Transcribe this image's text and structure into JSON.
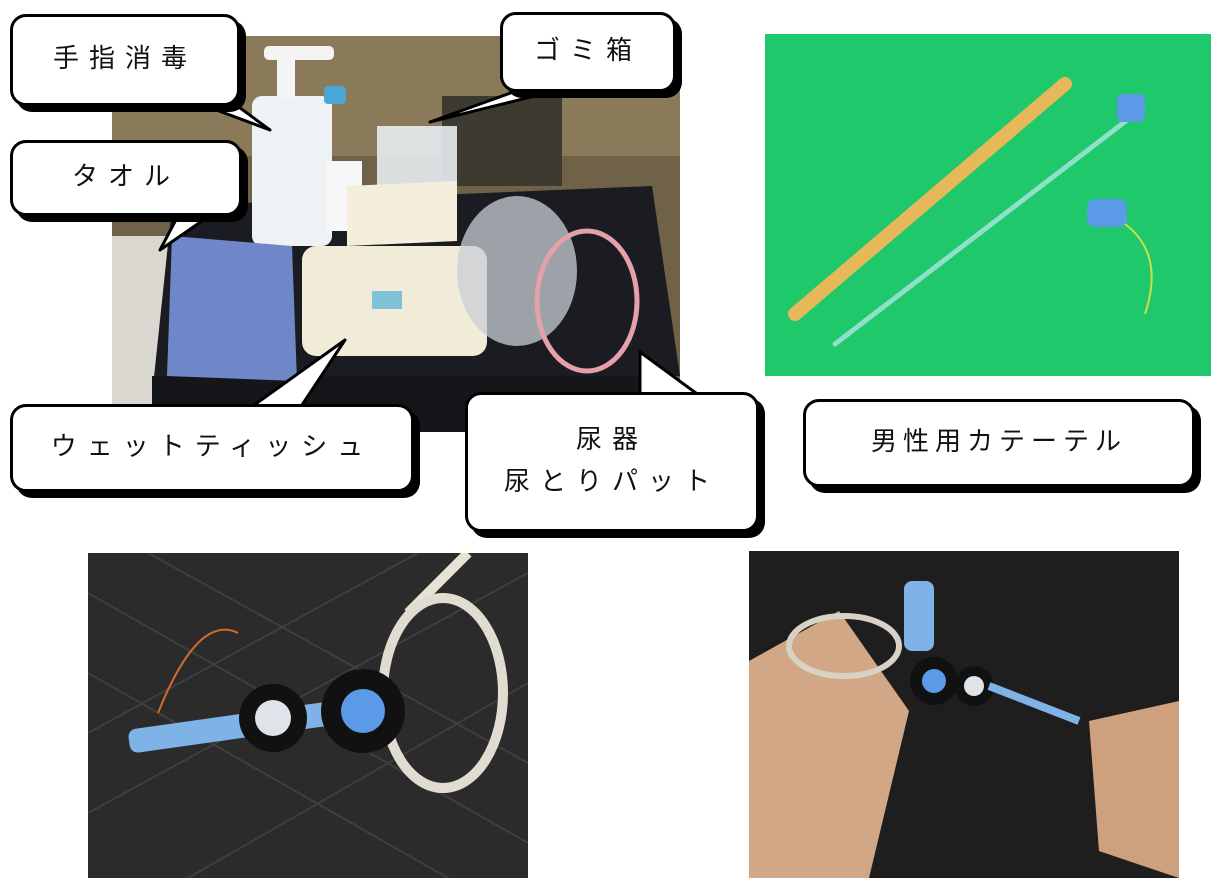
{
  "photos": {
    "cart": "cart-photo",
    "catheter": "catheter-photo",
    "closeup": "connector-closeup-photo",
    "in_use": "catheter-in-use-photo"
  },
  "labels": {
    "hand_sanitizer": "手指消毒",
    "trash_box": "ゴミ箱",
    "towel": "タオル",
    "wet_tissue": "ウェットティッシュ",
    "urinal_line1": "尿器",
    "urinal_line2": "尿とりパット",
    "male_catheter": "男性用カテーテル"
  },
  "colors": {
    "catheter_background": "#1fc86a",
    "connector_blue": "#7fb3e8",
    "cloth_dark": "#2b2b2b"
  }
}
